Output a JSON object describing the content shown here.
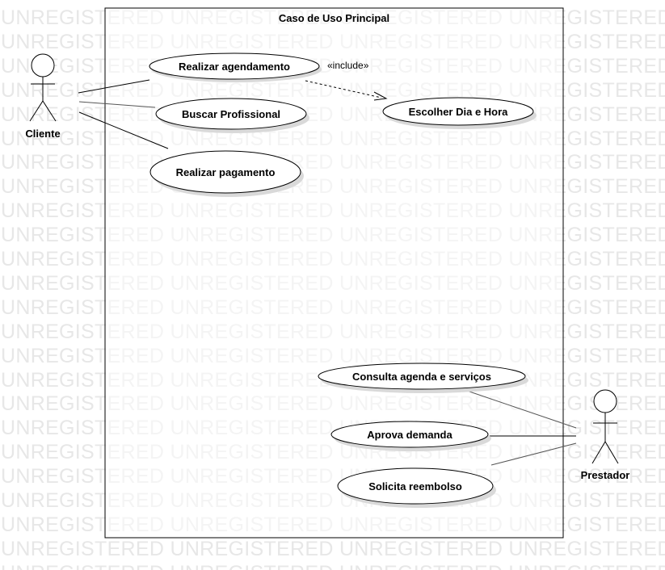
{
  "watermark": {
    "text": "UNREGISTERED"
  },
  "system": {
    "title": "Caso de Uso Principal"
  },
  "actors": {
    "cliente": "Cliente",
    "prestador": "Prestador"
  },
  "use_cases": {
    "realizar_agendamento": "Realizar agendamento",
    "buscar_profissional": "Buscar Profissional",
    "realizar_pagamento": "Realizar pagamento",
    "escolher_dia_hora": "Escolher Dia e Hora",
    "consulta_agenda": "Consulta agenda e serviços",
    "aprova_demanda": "Aprova demanda",
    "solicita_reembolso": "Solicita reembolso"
  },
  "relations": {
    "include_label": "«include»"
  },
  "colors": {
    "line": "#000000",
    "assoc_gray": "#555555",
    "shadow": "#d9d9d9",
    "watermark": "#e7e7e7"
  }
}
